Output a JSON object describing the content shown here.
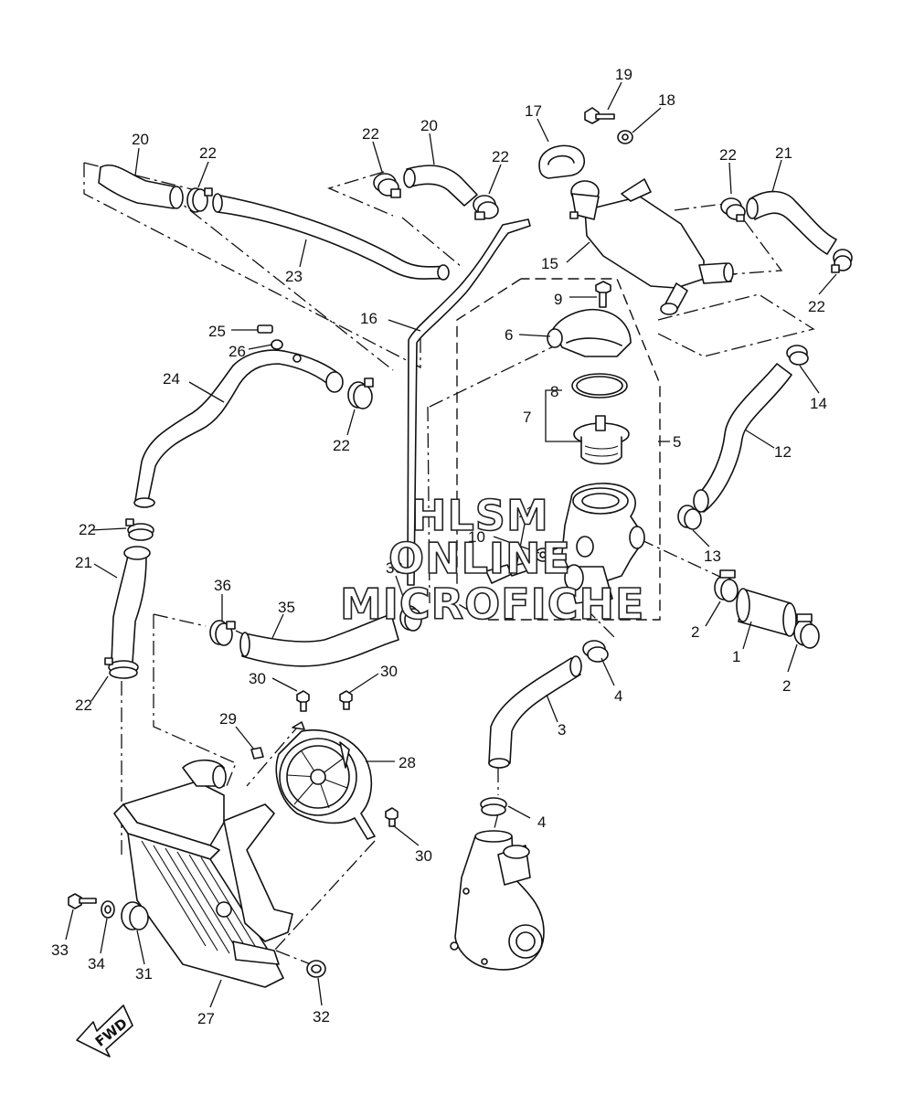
{
  "watermark": {
    "line1": "HLSM",
    "line2": "ONLINE",
    "line3": "MICROFICHE"
  },
  "direction_badge": {
    "label": "FWD"
  },
  "callouts": {
    "c1": "1",
    "c2a": "2",
    "c2b": "2",
    "c3": "3",
    "c4a": "4",
    "c4b": "4",
    "c5": "5",
    "c6": "6",
    "c7": "7",
    "c8": "8",
    "c9": "9",
    "c10": "10",
    "c11": "11",
    "c12": "12",
    "c13": "13",
    "c14": "14",
    "c15": "15",
    "c16": "16",
    "c17": "17",
    "c18": "18",
    "c19": "19",
    "c20a": "20",
    "c20b": "20",
    "c21a": "21",
    "c21b": "21",
    "c22a": "22",
    "c22b": "22",
    "c22c": "22",
    "c22d": "22",
    "c22e": "22",
    "c22f": "22",
    "c22g": "22",
    "c22h": "22",
    "c23": "23",
    "c24": "24",
    "c25": "25",
    "c26": "26",
    "c27": "27",
    "c28": "28",
    "c29": "29",
    "c30a": "30",
    "c30b": "30",
    "c30c": "30",
    "c31": "31",
    "c32": "32",
    "c33": "33",
    "c34": "34",
    "c35": "35",
    "c36a": "36",
    "c36b": "36"
  }
}
